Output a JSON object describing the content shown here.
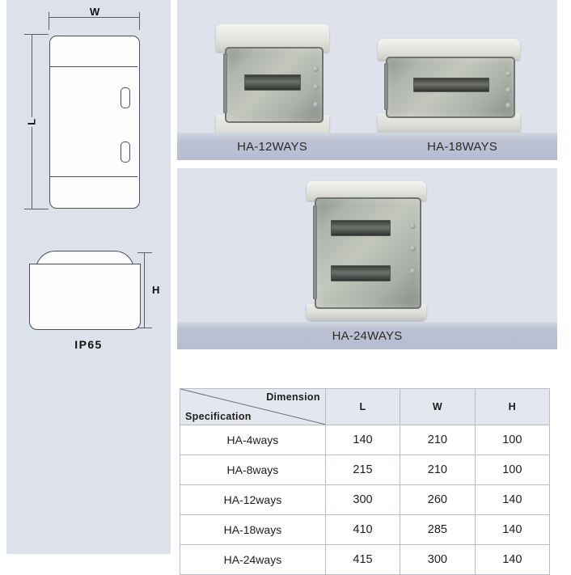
{
  "drawings": {
    "front_view": {
      "width_label": "W",
      "length_label": "L"
    },
    "side_view": {
      "height_label": "H",
      "rating_label": "IP65"
    }
  },
  "photo_panels": [
    {
      "captions": [
        "HA-12WAYS",
        "HA-18WAYS"
      ]
    },
    {
      "captions": [
        "HA-24WAYS"
      ]
    }
  ],
  "table": {
    "corner": {
      "dimension_label": "Dimension",
      "specification_label": "Specification"
    },
    "columns": [
      "L",
      "W",
      "H"
    ],
    "rows": [
      {
        "name": "HA-4ways",
        "L": "140",
        "W": "210",
        "H": "100"
      },
      {
        "name": "HA-8ways",
        "L": "215",
        "W": "210",
        "H": "100"
      },
      {
        "name": "HA-12ways",
        "L": "300",
        "W": "260",
        "H": "140"
      },
      {
        "name": "HA-18ways",
        "L": "410",
        "W": "285",
        "H": "140"
      },
      {
        "name": "HA-24ways",
        "L": "415",
        "W": "300",
        "H": "140"
      }
    ]
  },
  "colors": {
    "panel_bg": "#dde1ea",
    "caption_bar": "#b7bdd0",
    "table_header_bg": "#e4e7ee",
    "line": "#4c5059"
  }
}
